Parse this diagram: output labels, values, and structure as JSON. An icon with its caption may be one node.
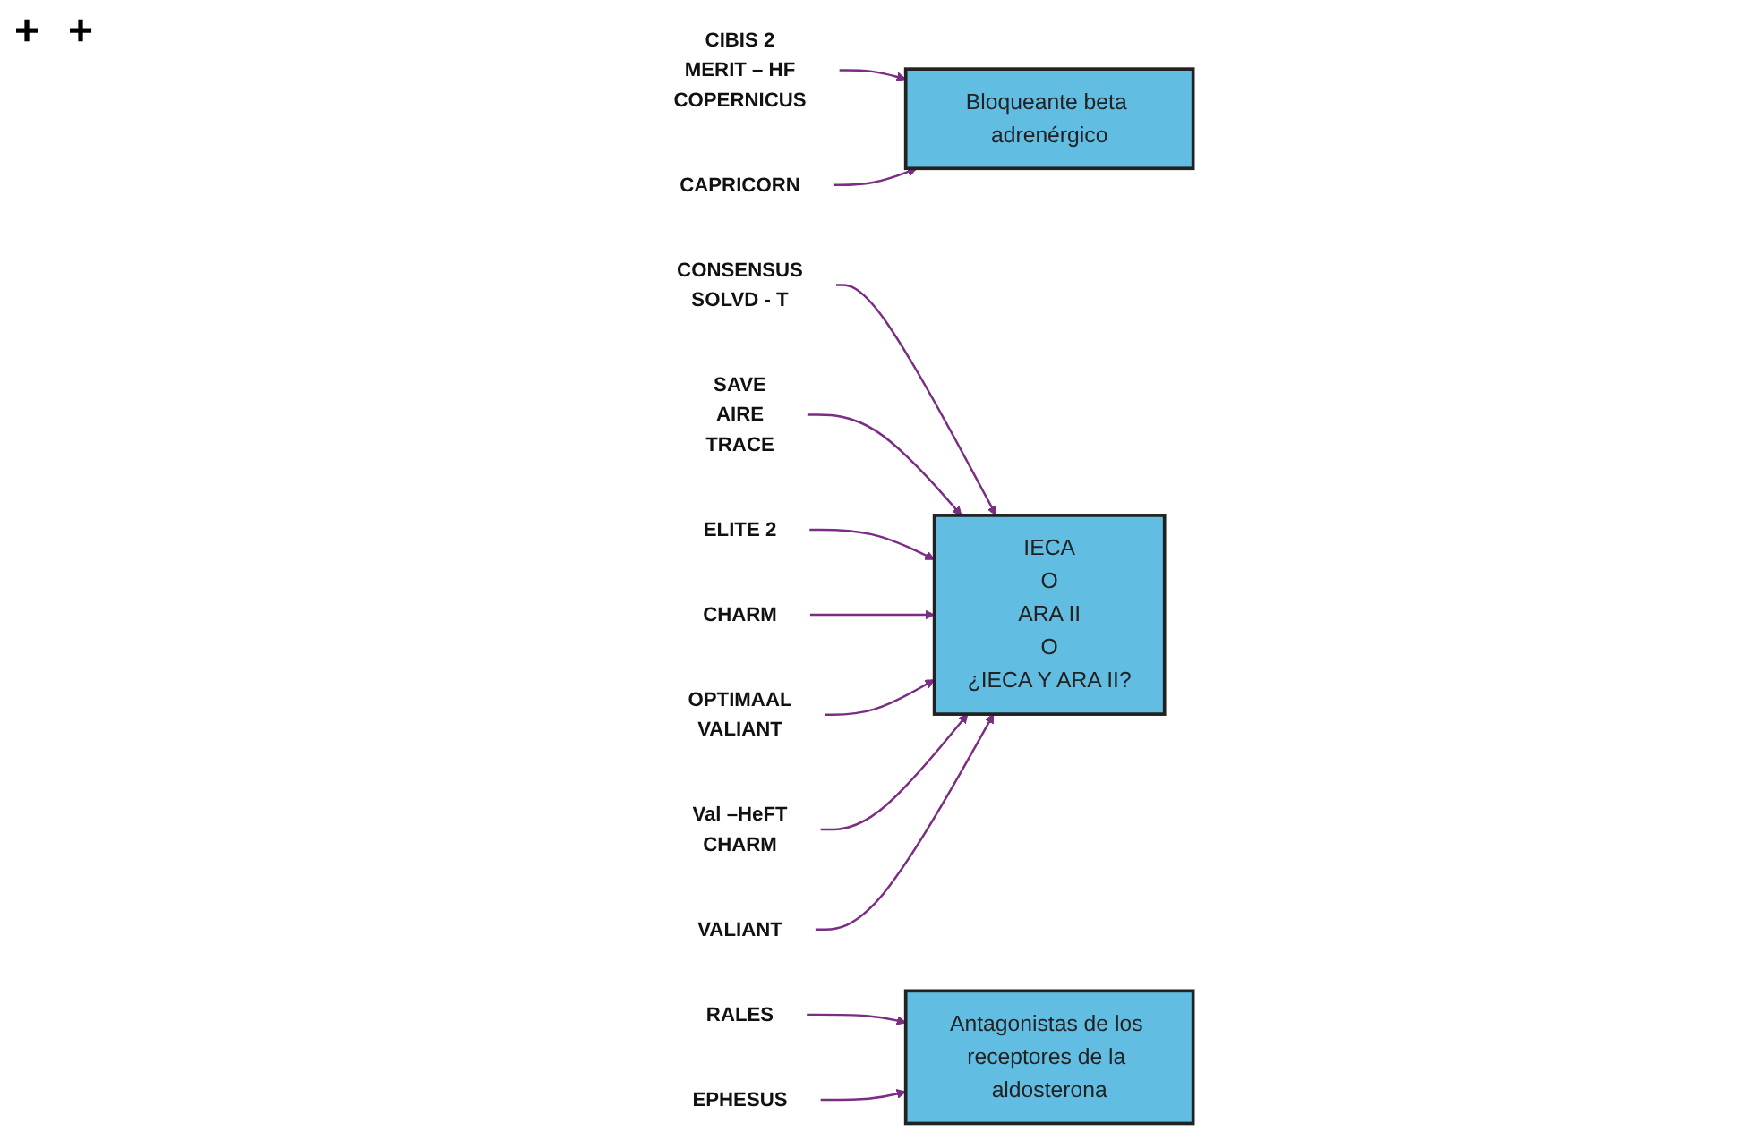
{
  "diagram": {
    "nodes": [
      {
        "text": [
          "CIBIS 2",
          "MERIT – HF",
          "COPERNICUS"
        ]
      },
      {
        "text": [
          "Bloqueante beta adrenérgico"
        ]
      },
      {
        "text": [
          "CAPRICORN"
        ]
      },
      {
        "text": [
          "CONSENSUS",
          "SOLVD - T"
        ]
      },
      {
        "text": [
          "IECA",
          "O",
          "ARA II",
          "O",
          "¿IECA Y ARA II?"
        ]
      },
      {
        "text": [
          "SAVE",
          "AIRE",
          "TRACE"
        ]
      },
      {
        "text": [
          "ELITE 2"
        ]
      },
      {
        "text": [
          "CHARM"
        ]
      },
      {
        "text": [
          "OPTIMAAL",
          "VALIANT"
        ]
      },
      {
        "text": [
          "Val –HeFT",
          "CHARM"
        ]
      },
      {
        "text": [
          "VALIANT"
        ]
      },
      {
        "text": [
          "RALES"
        ]
      },
      {
        "text": [
          "Antagonistas de los receptores de la aldosterona"
        ]
      },
      {
        "text": [
          "EPHESUS"
        ]
      }
    ],
    "edges": [
      {
        "from": 0,
        "to": 1,
        "arrow": "to"
      },
      {
        "from": 2,
        "to": 1,
        "arrow": "to"
      },
      {
        "from": 3,
        "to": 4,
        "arrow": "to"
      },
      {
        "from": 5,
        "to": 4,
        "arrow": "to"
      },
      {
        "from": 6,
        "to": 4,
        "arrow": "to"
      },
      {
        "from": 7,
        "to": 4,
        "arrow": "to"
      },
      {
        "from": 8,
        "to": 4,
        "arrow": "to"
      },
      {
        "from": 9,
        "to": 4,
        "arrow": "to"
      },
      {
        "from": 10,
        "to": 4,
        "arrow": "to"
      },
      {
        "from": 11,
        "to": 12,
        "arrow": "to"
      },
      {
        "from": 13,
        "to": 12,
        "arrow": "to"
      }
    ],
    "labels": [
      "+",
      "+"
    ]
  }
}
